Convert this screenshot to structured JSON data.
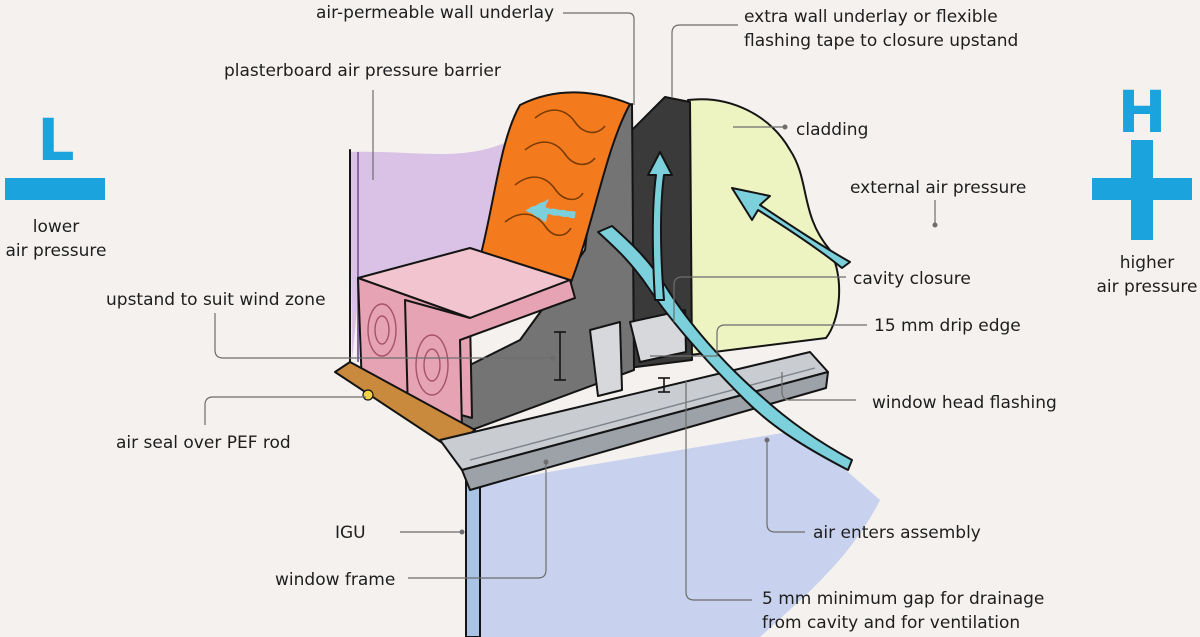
{
  "colors": {
    "background": "#f4f1ee",
    "accent_blue": "#1aa3dc",
    "arrow_blue": "#7cd0dc",
    "insulation_orange": "#f47a1e",
    "plasterboard_purple": "#d9c2e6",
    "cladding_yellow": "#eef3c2",
    "timber_pink": "#e6a3b4",
    "wrap_grey": "#6e6e6e",
    "flashing_grey": "#c9ccd0",
    "glass_blue": "#c8d2ee",
    "leader_grey": "#6d6d6d"
  },
  "pressure": {
    "low": {
      "letter": "L",
      "symbol": "minus",
      "line1": "lower",
      "line2": "air pressure"
    },
    "high": {
      "letter": "H",
      "symbol": "plus",
      "line1": "higher",
      "line2": "air pressure"
    }
  },
  "labels": {
    "air_permeable_underlay": "air-permeable wall underlay",
    "extra_underlay_1": "extra wall underlay or flexible",
    "extra_underlay_2": "flashing tape to closure upstand",
    "plasterboard_barrier": "plasterboard air pressure barrier",
    "cladding": "cladding",
    "external_air_pressure": "external air pressure",
    "cavity_closure": "cavity closure",
    "upstand": "upstand to suit wind zone",
    "drip_edge": "15 mm drip edge",
    "window_head_flashing": "window head flashing",
    "air_seal": "air seal over PEF rod",
    "igu": "IGU",
    "air_enters": "air enters assembly",
    "window_frame": "window frame",
    "min_gap_1": "5 mm minimum gap for drainage",
    "min_gap_2": "from cavity and for ventilation"
  },
  "icons": [
    "minus-icon",
    "plus-icon",
    "airflow-arrow-icon"
  ]
}
